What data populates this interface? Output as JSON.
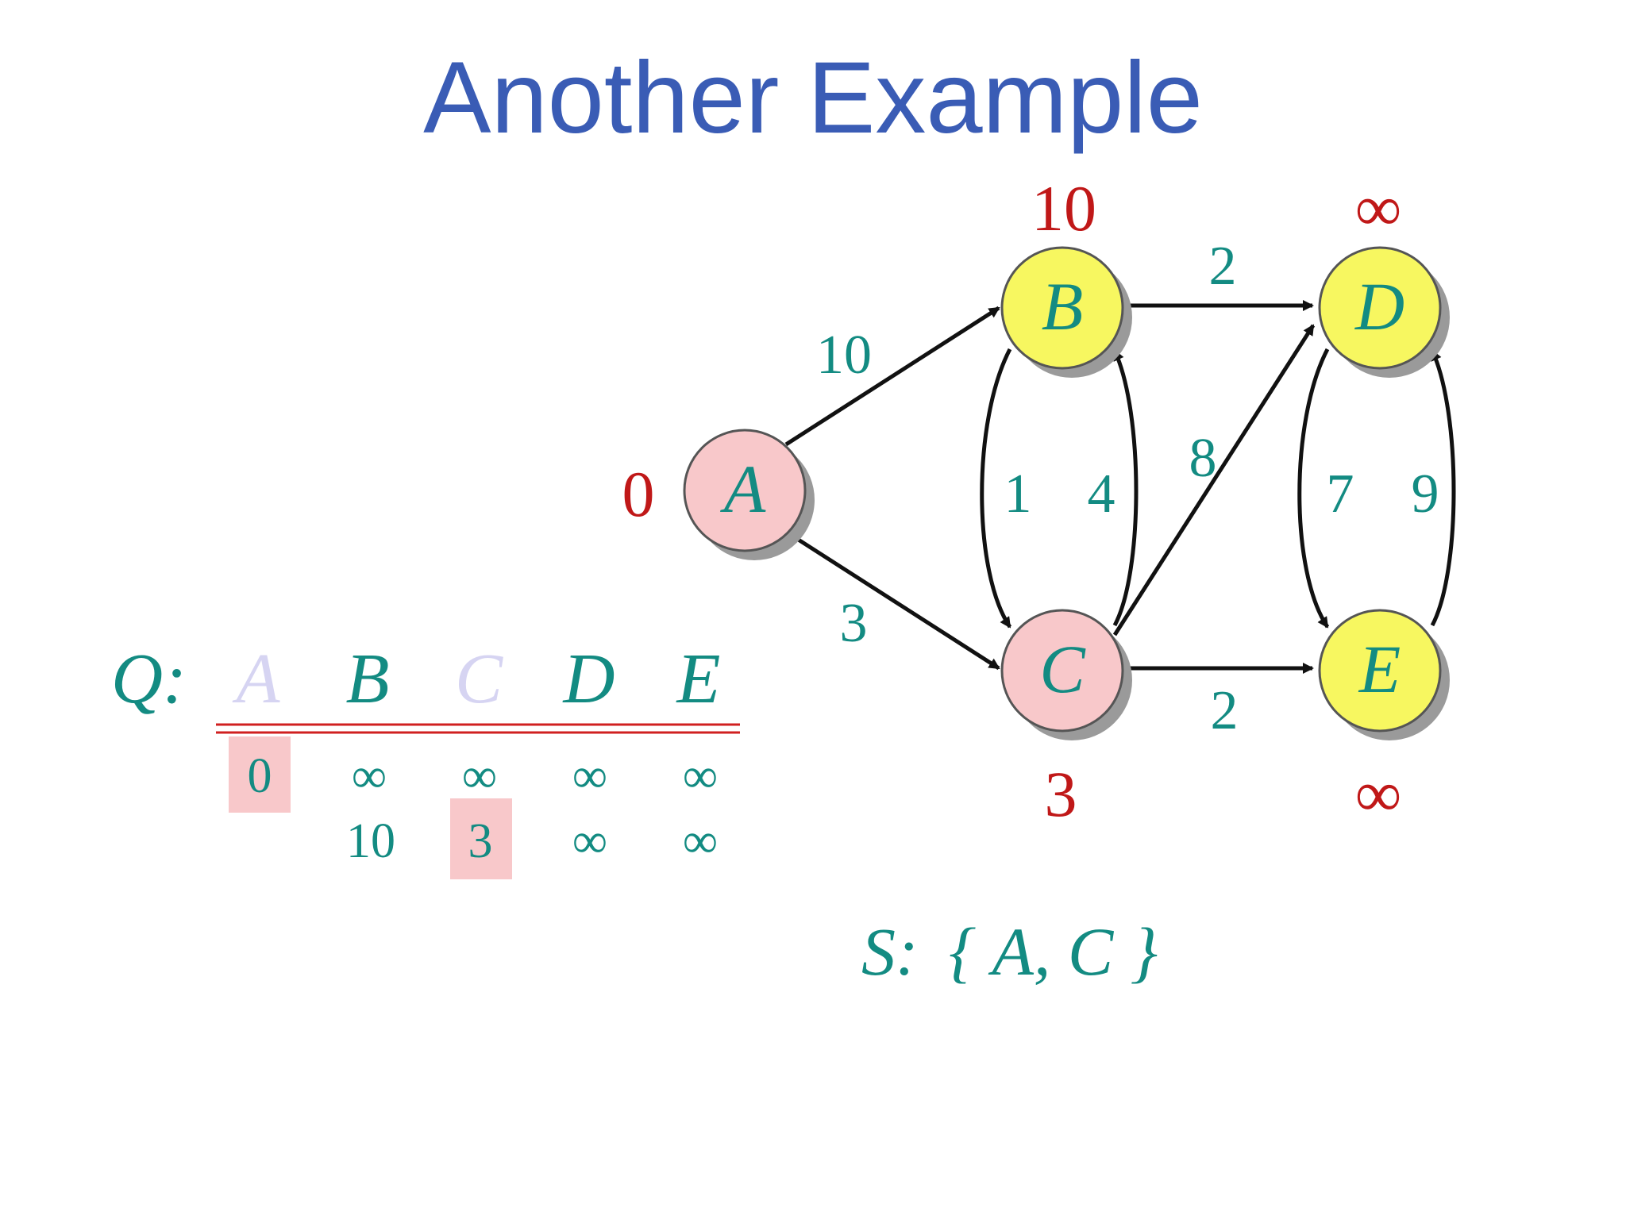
{
  "title": "Another Example",
  "graph": {
    "nodes": [
      {
        "id": "A",
        "label": "A",
        "distance": "0",
        "color": "#f8c8ca"
      },
      {
        "id": "B",
        "label": "B",
        "distance": "10",
        "color": "#f7f760"
      },
      {
        "id": "C",
        "label": "C",
        "distance": "3",
        "color": "#f8c8ca"
      },
      {
        "id": "D",
        "label": "D",
        "distance": "∞",
        "color": "#f7f760"
      },
      {
        "id": "E",
        "label": "E",
        "distance": "∞",
        "color": "#f7f760"
      }
    ],
    "edges": [
      {
        "from": "A",
        "to": "B",
        "weight": "10"
      },
      {
        "from": "A",
        "to": "C",
        "weight": "3"
      },
      {
        "from": "B",
        "to": "D",
        "weight": "2"
      },
      {
        "from": "C",
        "to": "B",
        "weight": "4"
      },
      {
        "from": "B",
        "to": "C",
        "weight": "1"
      },
      {
        "from": "C",
        "to": "D",
        "weight": "8"
      },
      {
        "from": "C",
        "to": "E",
        "weight": "2"
      },
      {
        "from": "D",
        "to": "E",
        "weight": "7"
      },
      {
        "from": "E",
        "to": "D",
        "weight": "9"
      }
    ]
  },
  "queue": {
    "label": "Q:",
    "headers": [
      "A",
      "B",
      "C",
      "D",
      "E"
    ],
    "rows": [
      [
        "0",
        "∞",
        "∞",
        "∞",
        "∞"
      ],
      [
        "",
        "10",
        "3",
        "∞",
        "∞"
      ]
    ]
  },
  "set_s": {
    "label": "S:",
    "text": "{ A, C }"
  },
  "colors": {
    "title": "#3a5cb5",
    "teal": "#138b82",
    "distance_red": "#c01818",
    "visited_pink": "#f8c8ca",
    "unvisited_yellow": "#f7f760",
    "faded_header": "#d6d4f2"
  }
}
